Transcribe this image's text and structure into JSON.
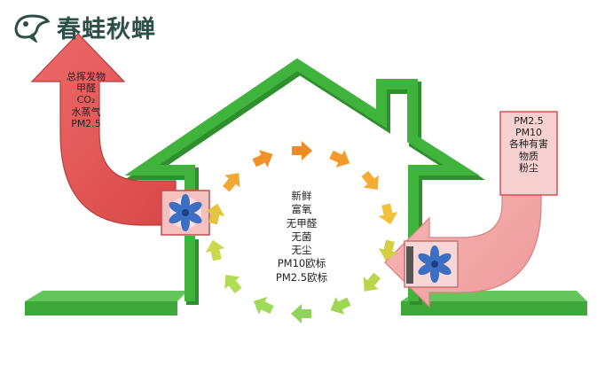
{
  "brand": {
    "name": "春蛙秋蝉",
    "logo_icon": "frog-head-icon"
  },
  "exhaust_pollutants": [
    "总挥发物",
    "甲醛",
    "CO₂",
    "水蒸气",
    "PM2.5"
  ],
  "intake_pollutants": [
    "PM2.5",
    "PM10",
    "各种有害",
    "物质",
    "粉尘"
  ],
  "fresh_air_benefits": [
    "新鲜",
    "富氧",
    "无甲醛",
    "无菌",
    "无尘",
    "PM10欧标",
    "PM2.5欧标"
  ],
  "colors": {
    "house_outline": "#3fb33c",
    "house_shade": "#2f8f2f",
    "exhaust_arrow": "#e25050",
    "intake_arrow": "#f2a6a6",
    "fan_blue": "#3b6fc4",
    "brand_text": "#2e4f47"
  },
  "icons": {
    "exhaust_fan": "exhaust-fan-icon",
    "intake_fan": "intake-fan-icon",
    "circulation": "circular-airflow-arrows"
  }
}
